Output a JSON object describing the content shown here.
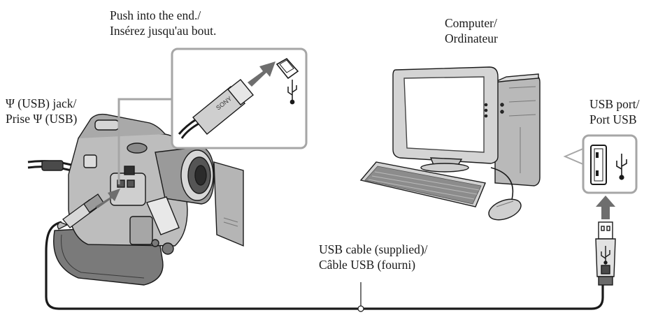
{
  "labels": {
    "push_line1": "Push into the end./",
    "push_line2": "Insérez jusqu'au bout.",
    "computer_line1": "Computer/",
    "computer_line2": "Ordinateur",
    "usb_jack_line1": "(USB) jack/",
    "usb_jack_line2_prefix": "Prise",
    "usb_jack_line2_suffix": "(USB)",
    "usb_port_line1": "USB port/",
    "usb_port_line2": "Port USB",
    "cable_line1": "USB cable (supplied)/",
    "cable_line2": "Câble USB (fourni)"
  },
  "symbols": {
    "usb_symbol": "Ψ",
    "plug_brand": "SONY"
  },
  "colors": {
    "line": "#1a1a1a",
    "light_gray": "#c8c8c8",
    "mid_gray": "#8a8a8a",
    "dark_gray": "#4a4a4a",
    "arrow_gray": "#6e6e6e",
    "callout_border": "#a6a6a6"
  }
}
